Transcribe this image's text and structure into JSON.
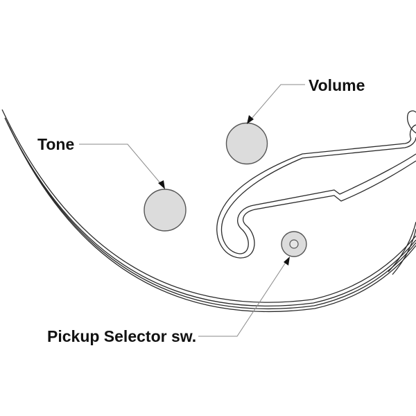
{
  "labels": {
    "volume": "Volume",
    "tone": "Tone",
    "pickup_selector": "Pickup Selector sw."
  },
  "colors": {
    "knob_fill": "#dcdcdc",
    "outline": "#2a2a2a",
    "leader_line": "#8a8a8a",
    "text": "#111111"
  }
}
